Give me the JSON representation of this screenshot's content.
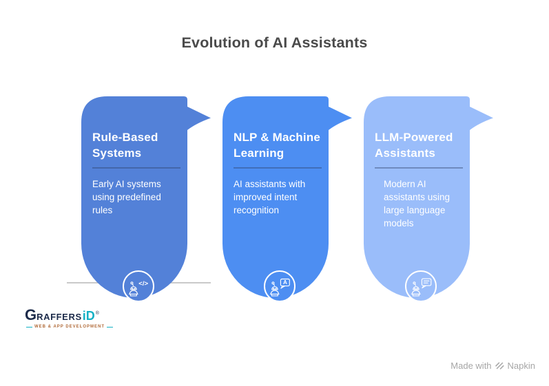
{
  "title": "Evolution of AI Assistants",
  "cards": [
    {
      "heading": "Rule-Based Systems",
      "description": "Early AI systems using predefined rules",
      "color": "#5381d8",
      "icon": "robot-code-icon"
    },
    {
      "heading": "NLP & Machine Learning",
      "description": "AI assistants with improved intent recognition",
      "color": "#4d8ef2",
      "icon": "robot-speech-a-icon"
    },
    {
      "heading": "LLM-Powered Assistants",
      "description": "Modern AI assistants using large language models",
      "color": "#9abdfa",
      "icon": "robot-chat-bubble-icon"
    }
  ],
  "logo": {
    "graffers_initial": "G",
    "graffers_rest": "RAFFERS",
    "brand_suffix": "iD",
    "registered_mark": "®",
    "tagline": "WEB & APP DEVELOPMENT",
    "colors": {
      "navy": "#1c2b4a",
      "teal": "#14b0c5",
      "tagline": "#b06a38"
    }
  },
  "footer": {
    "made_with_label": "Made with",
    "brand": "Napkin",
    "color": "#a6a6a6"
  }
}
